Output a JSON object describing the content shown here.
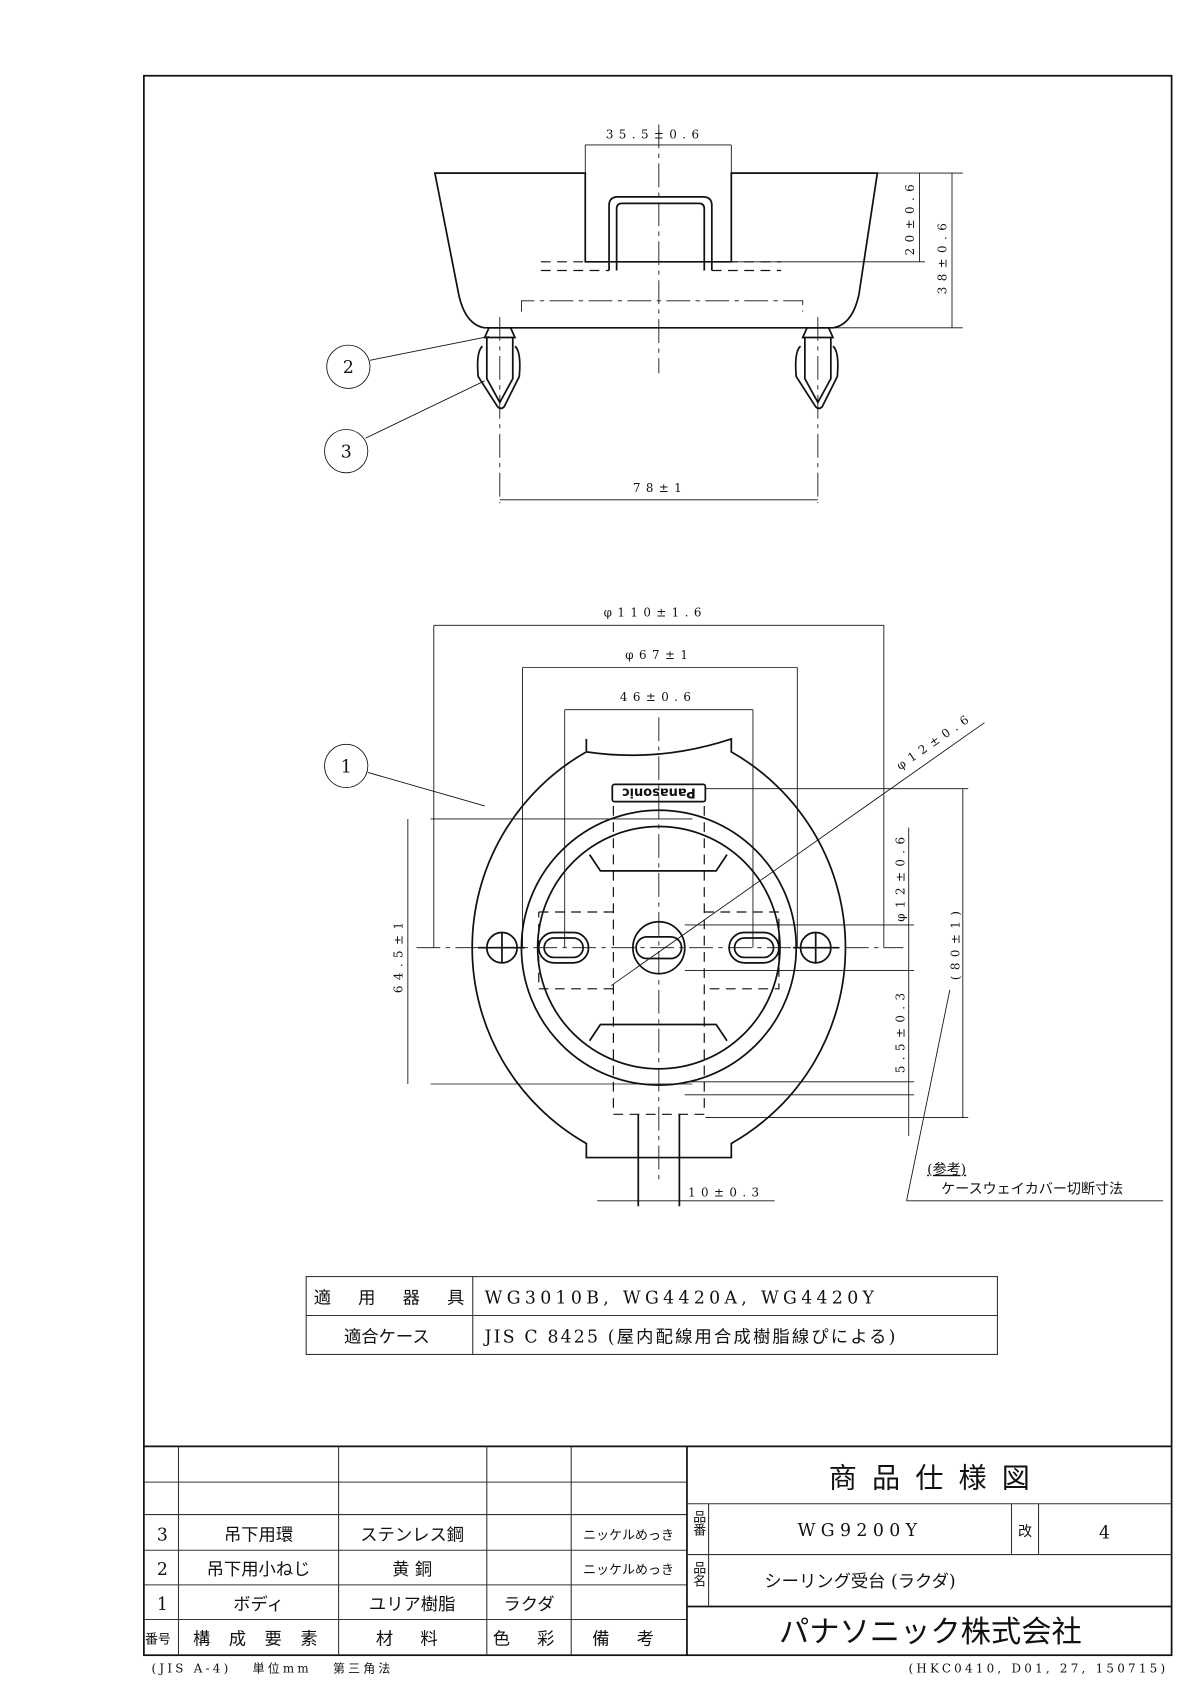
{
  "elevation": {
    "dim_slot_width": "35.5±0.6",
    "dim_slot_depth": "20±0.6",
    "dim_height": "38±0.6",
    "dim_leg_pitch": "78±1",
    "callout_2": "2",
    "callout_3": "3"
  },
  "plan": {
    "dim_outer_dia": "φ110±1.6",
    "dim_ring_dia": "φ67±1",
    "dim_slot_pitch": "46±0.6",
    "dim_hole_dia": "φ12±0.6",
    "dim_hole_dia_side": "φ12±0.6",
    "dim_64": "64.5±1",
    "dim_80": "(80±1)",
    "dim_5_5": "5.5±0.3",
    "dim_10": "10±0.3",
    "logo": "Panasonic",
    "callout_1": "1",
    "note_ref": "(参考)",
    "note_text": "ケースウェイカバー切断寸法"
  },
  "spec_table": {
    "row1_label": "適 用 器 具",
    "row1_value": "WG3010B, WG4420A, WG4420Y",
    "row2_label": "適合ケース",
    "row2_value": "JIS C 8425 (屋内配線用合成樹脂線ぴによる)"
  },
  "parts_table": {
    "headers": [
      "番号",
      "構 成 要 素",
      "材 料",
      "色 彩",
      "備 考"
    ],
    "rows": [
      {
        "no": "3",
        "part": "吊下用環",
        "material": "ステンレス鋼",
        "color": "",
        "note": "ニッケルめっき"
      },
      {
        "no": "2",
        "part": "吊下用小ねじ",
        "material": "黄 銅",
        "color": "",
        "note": "ニッケルめっき"
      },
      {
        "no": "1",
        "part": "ボディ",
        "material": "ユリア樹脂",
        "color": "ラクダ",
        "note": ""
      }
    ]
  },
  "title_block": {
    "title": "商品仕様図",
    "part_no_label": "品番",
    "part_no": "WG9200Y",
    "rev_label": "改",
    "rev": "4",
    "name_label": "品名",
    "name": "シーリング受台 (ラクダ)",
    "company": "パナソニック株式会社"
  },
  "footer": {
    "left": "(JIS A-4)   単位mm   第三角法",
    "right": "(HKC0410, D01, 27, 150715)"
  }
}
